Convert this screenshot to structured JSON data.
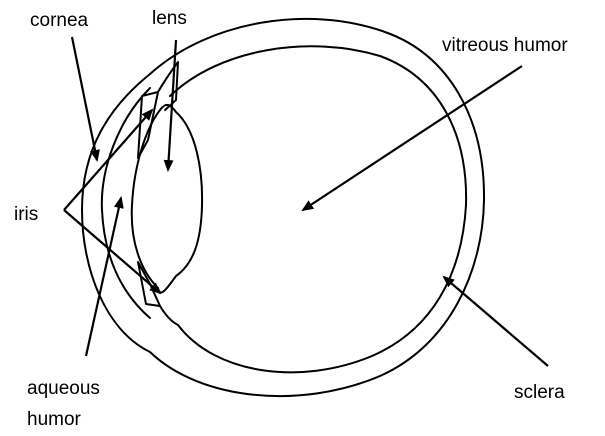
{
  "diagram": {
    "labels": {
      "cornea": "cornea",
      "lens": "lens",
      "vitreous_humor": "vitreous humor",
      "iris": "iris",
      "aqueous_humor_line1": "aqueous",
      "aqueous_humor_line2": "humor",
      "sclera": "sclera"
    }
  },
  "colors": {
    "stroke": "#000000",
    "background": "#ffffff"
  }
}
